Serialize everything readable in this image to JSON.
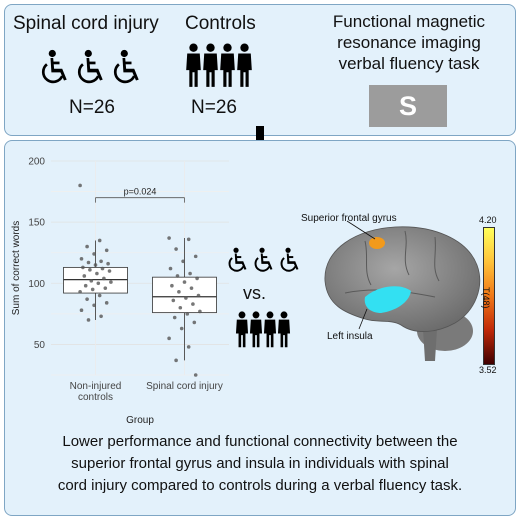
{
  "top": {
    "sci_title": "Spinal cord injury",
    "sci_n": "N=26",
    "controls_title": "Controls",
    "controls_n": "N=26",
    "task_lines": [
      "Functional magnetic",
      "resonance imaging",
      "verbal fluency task"
    ],
    "stimulus_letter": "S"
  },
  "comparison": {
    "vs_label": "vs."
  },
  "chart_data": {
    "type": "box",
    "ylabel": "Sum of correct words",
    "xlabel": "Group",
    "ylim": [
      25,
      200
    ],
    "yticks": [
      50,
      100,
      150,
      200
    ],
    "categories": [
      "Non-injured controls",
      "Spinal cord injury"
    ],
    "category_labels": [
      [
        "Non-injured",
        "controls"
      ],
      [
        "Spinal cord injury"
      ]
    ],
    "boxes": [
      {
        "whisker_low": 70,
        "q1": 92,
        "median": 103,
        "q3": 113,
        "whisker_high": 135
      },
      {
        "whisker_low": 37,
        "q1": 76,
        "median": 89,
        "q3": 105,
        "whisker_high": 137
      }
    ],
    "points": [
      [
        180,
        135,
        130,
        127,
        124,
        120,
        118,
        117,
        116,
        115,
        113,
        112,
        111,
        110,
        108,
        106,
        104,
        102,
        101,
        100,
        98,
        96,
        95,
        93,
        90,
        87,
        84,
        82,
        78,
        73,
        70
      ],
      [
        137,
        136,
        128,
        122,
        118,
        112,
        108,
        106,
        104,
        101,
        98,
        96,
        93,
        90,
        88,
        86,
        83,
        80,
        77,
        75,
        72,
        68,
        63,
        55,
        48,
        37,
        25
      ]
    ],
    "annotation": "p=0.024",
    "grid": true
  },
  "brain": {
    "sfg_label": "Superior frontal gyrus",
    "insula_label": "Left insula",
    "colorbar": {
      "max": "4.20",
      "min": "3.52",
      "title": "T(48)"
    }
  },
  "conclusion_lines": [
    "Lower performance and functional connectivity between the",
    "superior frontal gyrus and insula in individuals with spinal",
    "cord injury compared to controls during a verbal fluency task."
  ]
}
